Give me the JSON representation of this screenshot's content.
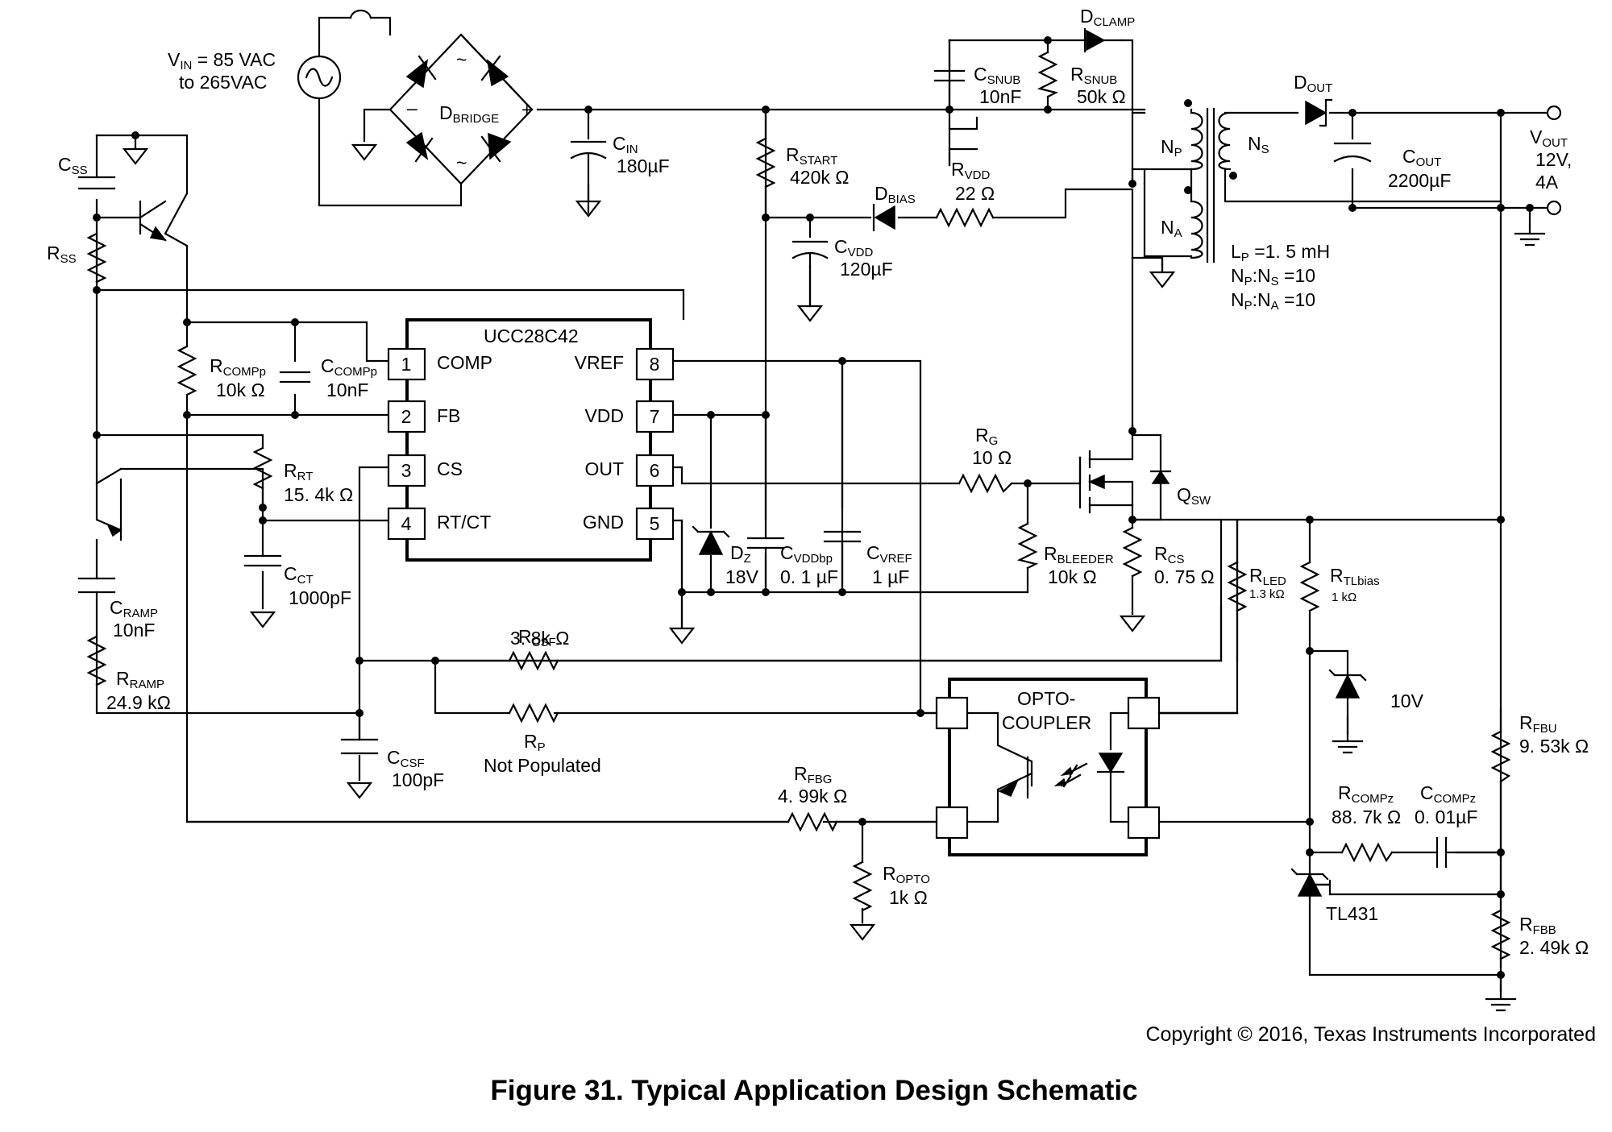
{
  "source": {
    "line1": "V",
    "sub": "IN",
    "line1b": " = 85 VAC",
    "line2": "to 265VAC"
  },
  "bridge": {
    "main": "D",
    "sub": "BRIDGE",
    "plus": "+",
    "minus": "–",
    "tilde": "~"
  },
  "ic": {
    "name": "UCC28C42",
    "pins": [
      {
        "num": "1",
        "name": "COMP"
      },
      {
        "num": "2",
        "name": "FB"
      },
      {
        "num": "3",
        "name": "CS"
      },
      {
        "num": "4",
        "name": "RT/CT"
      },
      {
        "num": "8",
        "name": "VREF"
      },
      {
        "num": "7",
        "name": "VDD"
      },
      {
        "num": "6",
        "name": "OUT"
      },
      {
        "num": "5",
        "name": "GND"
      }
    ]
  },
  "components": {
    "css": {
      "main": "C",
      "sub": "SS",
      "value": ""
    },
    "rss": {
      "main": "R",
      "sub": "SS",
      "value": ""
    },
    "cin": {
      "main": "C",
      "sub": "IN",
      "value": "180µF"
    },
    "rstart": {
      "main": "R",
      "sub": "START",
      "value": "420k Ω"
    },
    "csnub": {
      "main": "C",
      "sub": "SNUB",
      "value": "10nF"
    },
    "rsnub": {
      "main": "R",
      "sub": "SNUB",
      "value": "50k Ω"
    },
    "dclamp": {
      "main": "D",
      "sub": "CLAMP",
      "value": ""
    },
    "dout": {
      "main": "D",
      "sub": "OUT",
      "value": ""
    },
    "cout": {
      "main": "C",
      "sub": "OUT",
      "value": "2200µF"
    },
    "vout": {
      "main": "V",
      "sub": "OUT",
      "value": "12V,",
      "value2": "4A"
    },
    "np": {
      "main": "N",
      "sub": "P"
    },
    "ns": {
      "main": "N",
      "sub": "S"
    },
    "na": {
      "main": "N",
      "sub": "A"
    },
    "lp": {
      "main": "L",
      "sub": "P",
      "value": " =1. 5 mH"
    },
    "npns": {
      "a": "N",
      "asub": "P",
      "b": ":N",
      "bsub": "S",
      "value": " =10"
    },
    "npna": {
      "a": "N",
      "asub": "P",
      "b": ":N",
      "bsub": "A",
      "value": " =10"
    },
    "dbias": {
      "main": "D",
      "sub": "BIAS"
    },
    "rvdd": {
      "main": "R",
      "sub": "VDD",
      "value": "22 Ω"
    },
    "cvdd": {
      "main": "C",
      "sub": "VDD",
      "value": "120µF"
    },
    "rcompp": {
      "main": "R",
      "sub": "COMPp",
      "value": "10k Ω"
    },
    "ccompp": {
      "main": "C",
      "sub": "COMPp",
      "value": "10nF"
    },
    "rrt": {
      "main": "R",
      "sub": "RT",
      "value": "15. 4k Ω"
    },
    "cct": {
      "main": "C",
      "sub": "CT",
      "value": "1000pF"
    },
    "cramp": {
      "main": "C",
      "sub": "RAMP",
      "value": "10nF"
    },
    "rramp": {
      "main": "R",
      "sub": "RAMP",
      "value": "24.9 kΩ"
    },
    "ccsf": {
      "main": "C",
      "sub": "CSF",
      "value": "100pF"
    },
    "rcsf": {
      "main": "R",
      "sub": "CSF",
      "value": "3. 8k Ω"
    },
    "rp": {
      "main": "R",
      "sub": "P",
      "value": "Not Populated"
    },
    "rfbg": {
      "main": "R",
      "sub": "FBG",
      "value": "4. 99k Ω"
    },
    "ropto": {
      "main": "R",
      "sub": "OPTO",
      "value": "1k Ω"
    },
    "dz": {
      "main": "D",
      "sub": "Z",
      "value": "18V"
    },
    "cvddbp": {
      "main": "C",
      "sub": "VDDbp",
      "value": "0. 1 µF"
    },
    "cvref": {
      "main": "C",
      "sub": "VREF",
      "value": "1 µF"
    },
    "rg": {
      "main": "R",
      "sub": "G",
      "value": "10 Ω"
    },
    "rbleeder": {
      "main": "R",
      "sub": "BLEEDER",
      "value": "10k Ω"
    },
    "rcs": {
      "main": "R",
      "sub": "CS",
      "value": "0. 75 Ω"
    },
    "qsw": {
      "main": "Q",
      "sub": "SW"
    },
    "rled": {
      "main": "R",
      "sub": "LED",
      "value": "1.3 kΩ"
    },
    "rtlbias": {
      "main": "R",
      "sub": "TLbias",
      "value": "1 kΩ"
    },
    "zener10": {
      "value": "10V"
    },
    "rfbu": {
      "main": "R",
      "sub": "FBU",
      "value": "9. 53k Ω"
    },
    "rcompz": {
      "main": "R",
      "sub": "COMPz",
      "value": "88. 7k Ω"
    },
    "ccompz": {
      "main": "C",
      "sub": "COMPz",
      "value": "0. 01µF"
    },
    "tl431": {
      "value": "TL431"
    },
    "rfbb": {
      "main": "R",
      "sub": "FBB",
      "value": "2. 49k Ω"
    }
  },
  "opto": {
    "line1": "OPTO-",
    "line2": "COUPLER"
  },
  "copyright": "Copyright © 2016, Texas Instruments Incorporated",
  "caption": "Figure 31.  Typical Application Design Schematic"
}
